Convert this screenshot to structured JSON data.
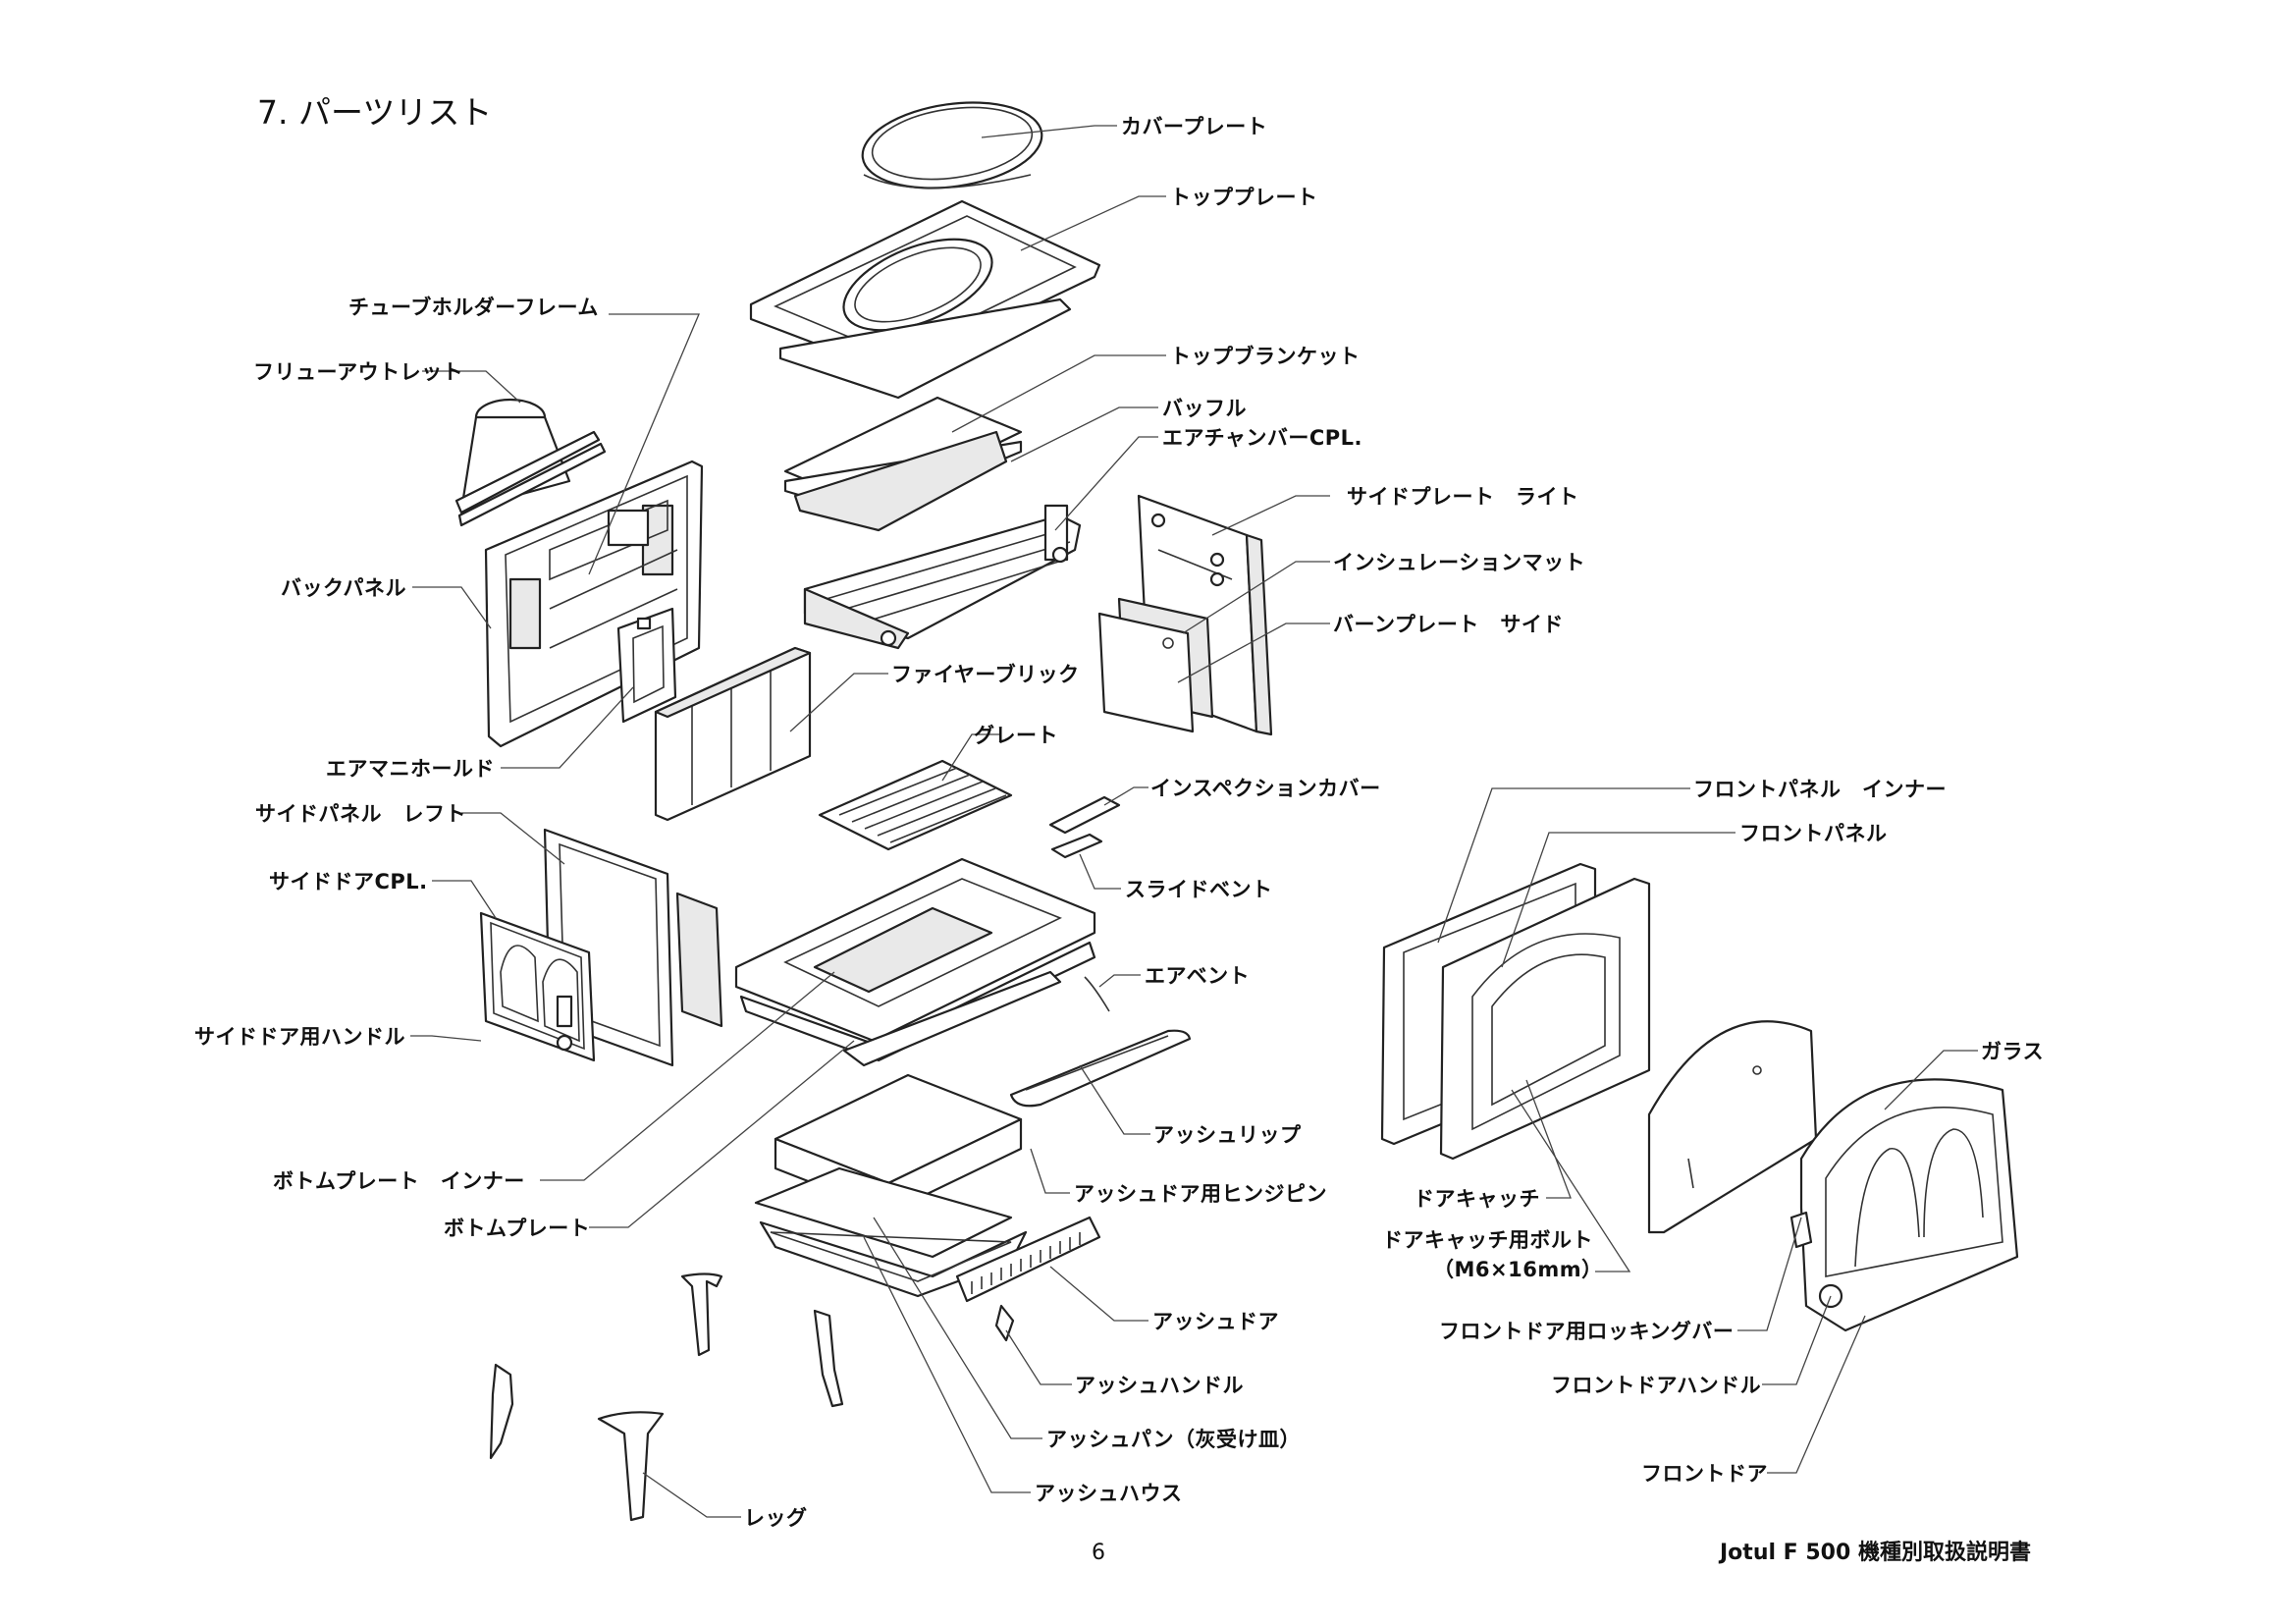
{
  "page": {
    "section_title": "7. パーツリスト",
    "page_number": "6",
    "footer_title": "Jotul F 500  機種別取扱説明書"
  },
  "labels": {
    "cover_plate": "カバープレート",
    "top_plate": "トッププレート",
    "tube_holder_frame": "チューブホルダーフレーム",
    "flue_outlet": "フリューアウトレット",
    "top_blanket": "トップブランケット",
    "baffle": "バッフル",
    "air_chamber_cpl": "エアチャンバーCPL.",
    "side_plate_right": "サイドプレート　ライト",
    "insulation_mat": "インシュレーションマット",
    "back_panel": "バックパネル",
    "burn_plate_side": "バーンプレート　サイド",
    "fire_brick": "ファイヤーブリック",
    "grate": "グレート",
    "air_manifold": "エアマニホールド",
    "inspection_cover": "インスペクションカバー",
    "front_panel_inner": "フロントパネル　インナー",
    "side_panel_left": "サイドパネル　レフト",
    "front_panel": "フロントパネル",
    "side_door_cpl": "サイドドアCPL.",
    "slide_vent": "スライドベント",
    "air_vent": "エアベント",
    "side_door_handle": "サイドドア用ハンドル",
    "glass": "ガラス",
    "ash_lip": "アッシュリップ",
    "bottom_plate_inner": "ボトムプレート　インナー",
    "ash_door_hinge_pin": "アッシュドア用ヒンジピン",
    "door_catch": "ドアキャッチ",
    "bottom_plate": "ボトムプレート",
    "door_catch_bolt": "ドアキャッチ用ボルト",
    "door_catch_bolt_size": "（M6×16mm）",
    "front_door_locking_bar": "フロントドア用ロッキングバー",
    "ash_door": "アッシュドア",
    "front_door_handle": "フロントドアハンドル",
    "ash_handle": "アッシュハンドル",
    "ash_pan": "アッシュパン（灰受け皿）",
    "front_door": "フロントドア",
    "ash_house": "アッシュハウス",
    "leg": "レッグ"
  }
}
